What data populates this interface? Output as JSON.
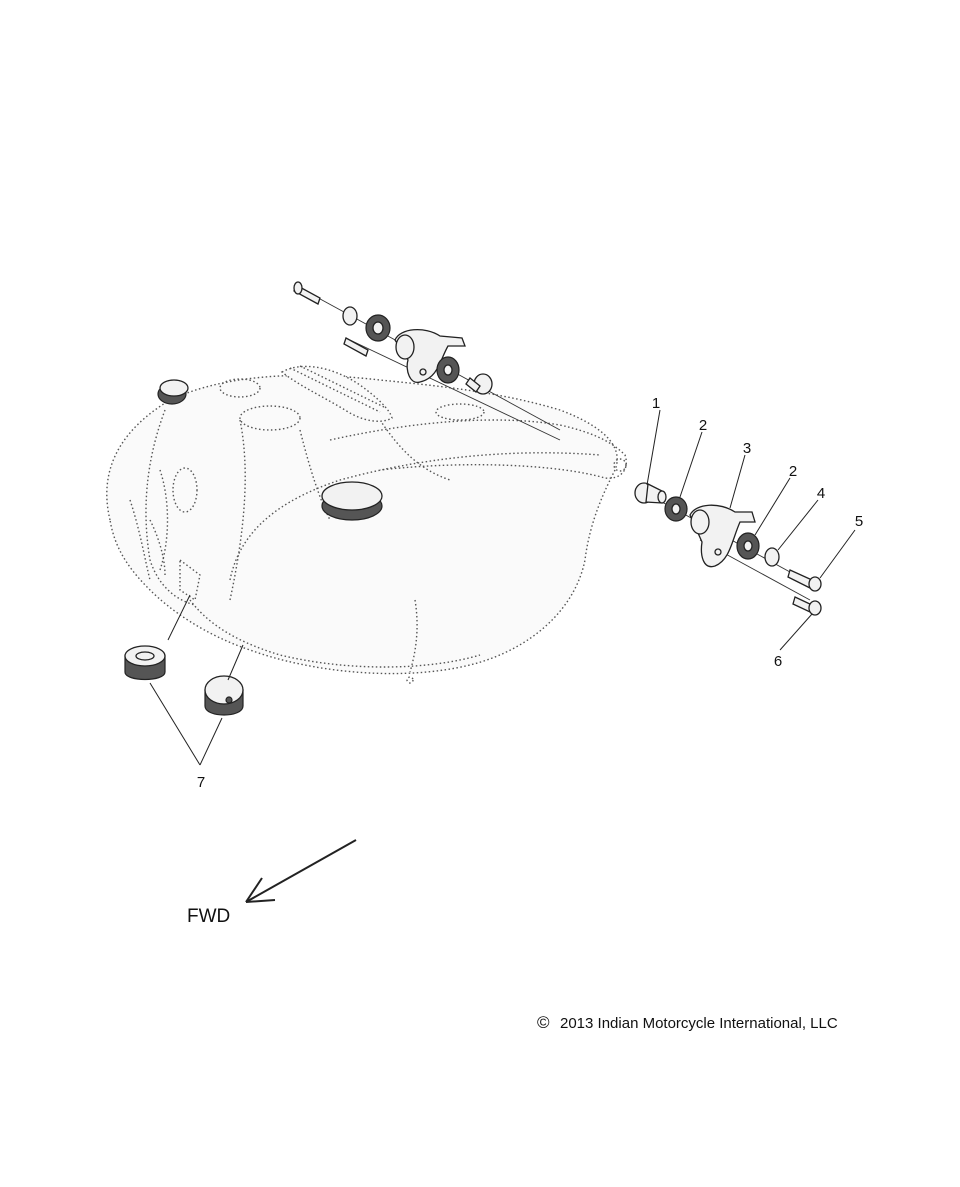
{
  "callouts": [
    {
      "id": "1",
      "text": "1"
    },
    {
      "id": "2a",
      "text": "2"
    },
    {
      "id": "3",
      "text": "3"
    },
    {
      "id": "2b",
      "text": "2"
    },
    {
      "id": "4",
      "text": "4"
    },
    {
      "id": "5",
      "text": "5"
    },
    {
      "id": "6",
      "text": "6"
    },
    {
      "id": "7",
      "text": "7"
    }
  ],
  "direction_label": "FWD",
  "copyright": "2013 Indian Motorcycle International, LLC",
  "copyright_symbol": "©"
}
